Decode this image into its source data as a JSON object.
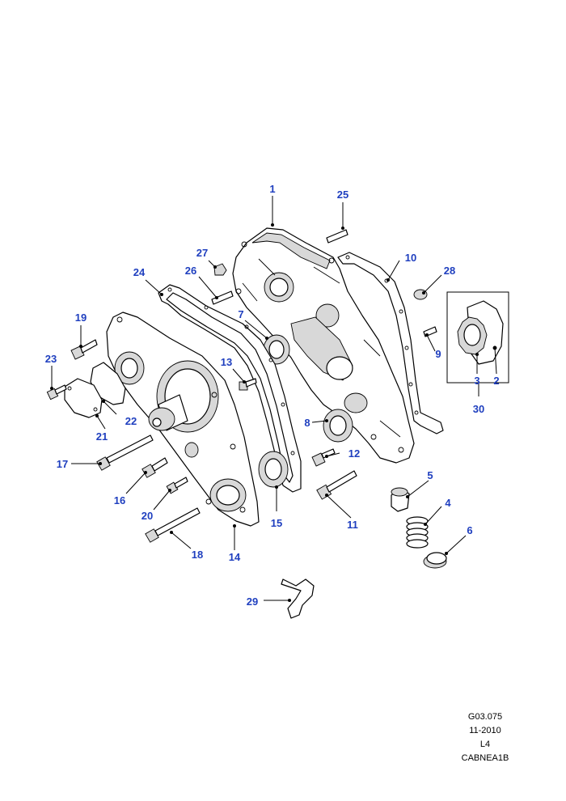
{
  "diagram": {
    "callout_color": "#1f3fbf",
    "line_color": "#000000",
    "callouts": [
      {
        "id": "1",
        "label": "1"
      },
      {
        "id": "2",
        "label": "2"
      },
      {
        "id": "3",
        "label": "3"
      },
      {
        "id": "4",
        "label": "4"
      },
      {
        "id": "5",
        "label": "5"
      },
      {
        "id": "6",
        "label": "6"
      },
      {
        "id": "7",
        "label": "7"
      },
      {
        "id": "8",
        "label": "8"
      },
      {
        "id": "9",
        "label": "9"
      },
      {
        "id": "10",
        "label": "10"
      },
      {
        "id": "11",
        "label": "11"
      },
      {
        "id": "12",
        "label": "12"
      },
      {
        "id": "13",
        "label": "13"
      },
      {
        "id": "14",
        "label": "14"
      },
      {
        "id": "15",
        "label": "15"
      },
      {
        "id": "16",
        "label": "16"
      },
      {
        "id": "17",
        "label": "17"
      },
      {
        "id": "18",
        "label": "18"
      },
      {
        "id": "19",
        "label": "19"
      },
      {
        "id": "20",
        "label": "20"
      },
      {
        "id": "21",
        "label": "21"
      },
      {
        "id": "22",
        "label": "22"
      },
      {
        "id": "23",
        "label": "23"
      },
      {
        "id": "24",
        "label": "24"
      },
      {
        "id": "25",
        "label": "25"
      },
      {
        "id": "26",
        "label": "26"
      },
      {
        "id": "27",
        "label": "27"
      },
      {
        "id": "28",
        "label": "28"
      },
      {
        "id": "29",
        "label": "29"
      },
      {
        "id": "30",
        "label": "30"
      }
    ]
  },
  "footer": {
    "drawing_number": "G03.075",
    "date": "11-2010",
    "engine": "L4",
    "catalog_code": "CABNEA1B"
  }
}
